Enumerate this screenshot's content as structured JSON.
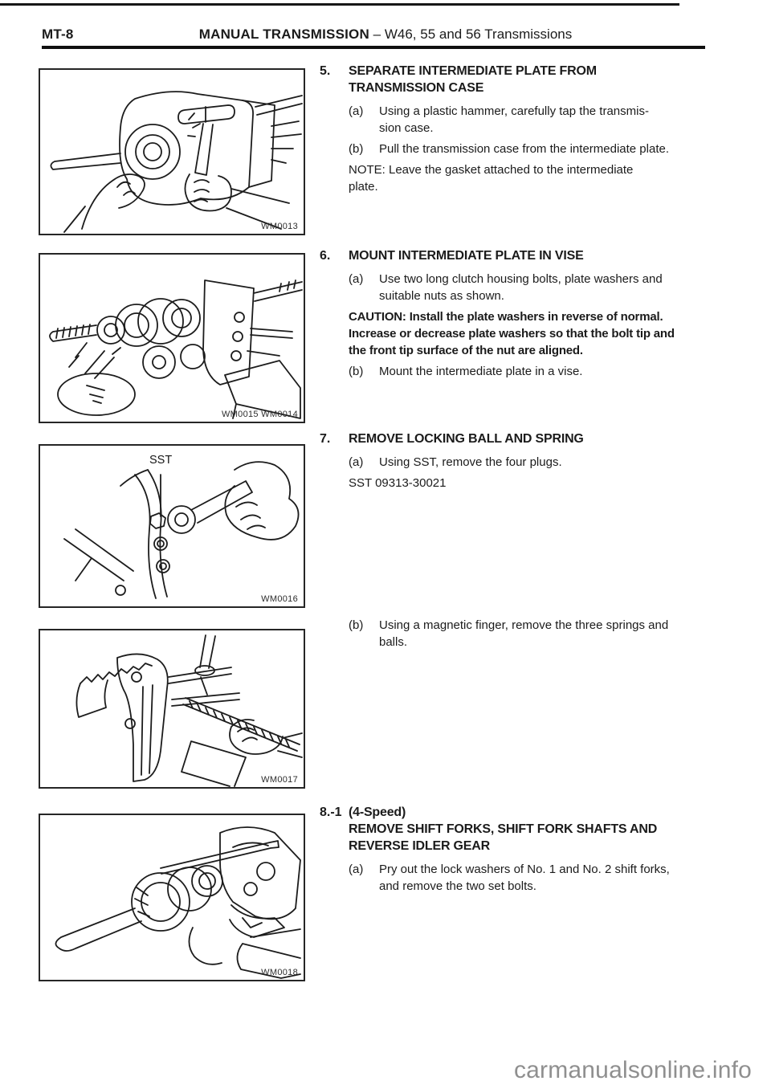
{
  "header": {
    "page_code": "MT-8",
    "title": "MANUAL TRANSMISSION",
    "subtitle": " – W46, 55 and 56 Transmissions"
  },
  "figures": [
    {
      "code": "WM0013"
    },
    {
      "code": "WM0015 WM0014"
    },
    {
      "code": "WM0016",
      "label": "SST"
    },
    {
      "code": "WM0017"
    },
    {
      "code": "WM0018"
    }
  ],
  "sections": [
    {
      "number": "5.",
      "title": "SEPARATE INTERMEDIATE PLATE FROM\nTRANSMISSION CASE",
      "items": [
        {
          "label": "(a)",
          "text": "Using a plastic hammer, carefully tap the transmis-\nsion case."
        },
        {
          "label": "(b)",
          "text": "Pull the transmission case from the intermediate plate."
        },
        {
          "label": "",
          "text": "NOTE: Leave the gasket attached to the intermediate\nplate."
        }
      ]
    },
    {
      "number": "6.",
      "title": "MOUNT INTERMEDIATE PLATE IN VISE",
      "items": [
        {
          "label": "(a)",
          "text": "Use two long clutch housing bolts, plate washers and\nsuitable nuts as shown."
        },
        {
          "label": "",
          "text": "CAUTION: Install the plate washers in reverse of normal.\nIncrease or decrease plate washers so that the bolt tip and\nthe front tip surface of the nut are aligned."
        },
        {
          "label": "(b)",
          "text": "Mount the intermediate plate in a vise."
        }
      ]
    },
    {
      "number": "7.",
      "title": "REMOVE LOCKING BALL AND SPRING",
      "items": [
        {
          "label": "(a)",
          "text": "Using SST, remove the four plugs."
        },
        {
          "label": "",
          "text": "SST 09313-30021"
        },
        {
          "label": "(b)",
          "text": "Using a magnetic finger, remove the three springs and\nballs."
        }
      ]
    },
    {
      "number": "8.-1",
      "title": "(4-Speed)\nREMOVE SHIFT FORKS, SHIFT FORK SHAFTS AND\nREVERSE IDLER GEAR",
      "items": [
        {
          "label": "(a)",
          "text": "Pry out the lock washers of No. 1 and No. 2 shift forks,\nand remove the two set bolts."
        }
      ]
    }
  ],
  "watermark": "carmanualsonline.info"
}
